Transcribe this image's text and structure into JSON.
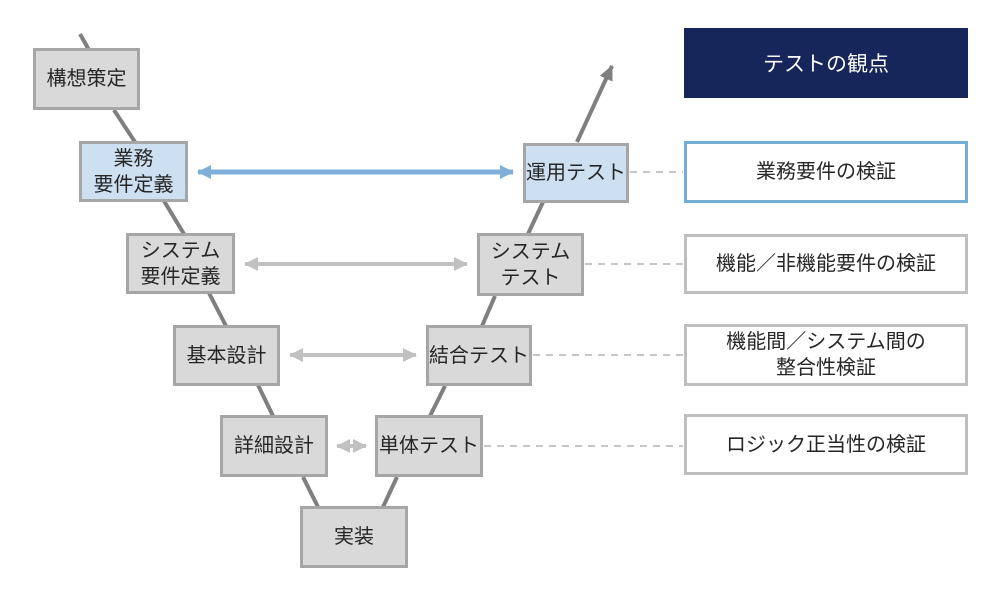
{
  "diagram": {
    "nodes": [
      {
        "id": "concept-planning",
        "label_lines": [
          "構想策定"
        ]
      },
      {
        "id": "business-req-def",
        "label_lines": [
          "業務",
          "要件定義"
        ]
      },
      {
        "id": "system-req-def",
        "label_lines": [
          "システム",
          "要件定義"
        ]
      },
      {
        "id": "basic-design",
        "label_lines": [
          "基本設計"
        ]
      },
      {
        "id": "detailed-design",
        "label_lines": [
          "詳細設計"
        ]
      },
      {
        "id": "implementation",
        "label_lines": [
          "実装"
        ]
      },
      {
        "id": "unit-test",
        "label_lines": [
          "単体テスト"
        ]
      },
      {
        "id": "integration-test",
        "label_lines": [
          "結合テスト"
        ]
      },
      {
        "id": "system-test",
        "label_lines": [
          "システム",
          "テスト"
        ]
      },
      {
        "id": "operation-test",
        "label_lines": [
          "運用テスト"
        ]
      }
    ]
  },
  "panel": {
    "header": "テストの観点",
    "items": [
      {
        "label_lines": [
          "業務要件の検証"
        ]
      },
      {
        "label_lines": [
          "機能／非機能要件の検証"
        ]
      },
      {
        "label_lines": [
          "機能間／システム間の",
          "整合性検証"
        ]
      },
      {
        "label_lines": [
          "ロジック正当性の検証"
        ]
      }
    ]
  },
  "colors": {
    "node_fill_gray": "#d9d9d9",
    "node_fill_blue": "#cce0f2",
    "node_border": "#a6a6a6",
    "chain_line": "#7f7f7f",
    "arrow_blue": "#7fafd8",
    "arrow_gray": "#c1c1c1",
    "dashed_link": "#c6c6c6",
    "panel_header_bg": "#17265a",
    "panel_header_text": "#ffffff",
    "panel_border_gray": "#bfbfbf",
    "panel_border_blue": "#74aed6",
    "text": "#262626"
  }
}
